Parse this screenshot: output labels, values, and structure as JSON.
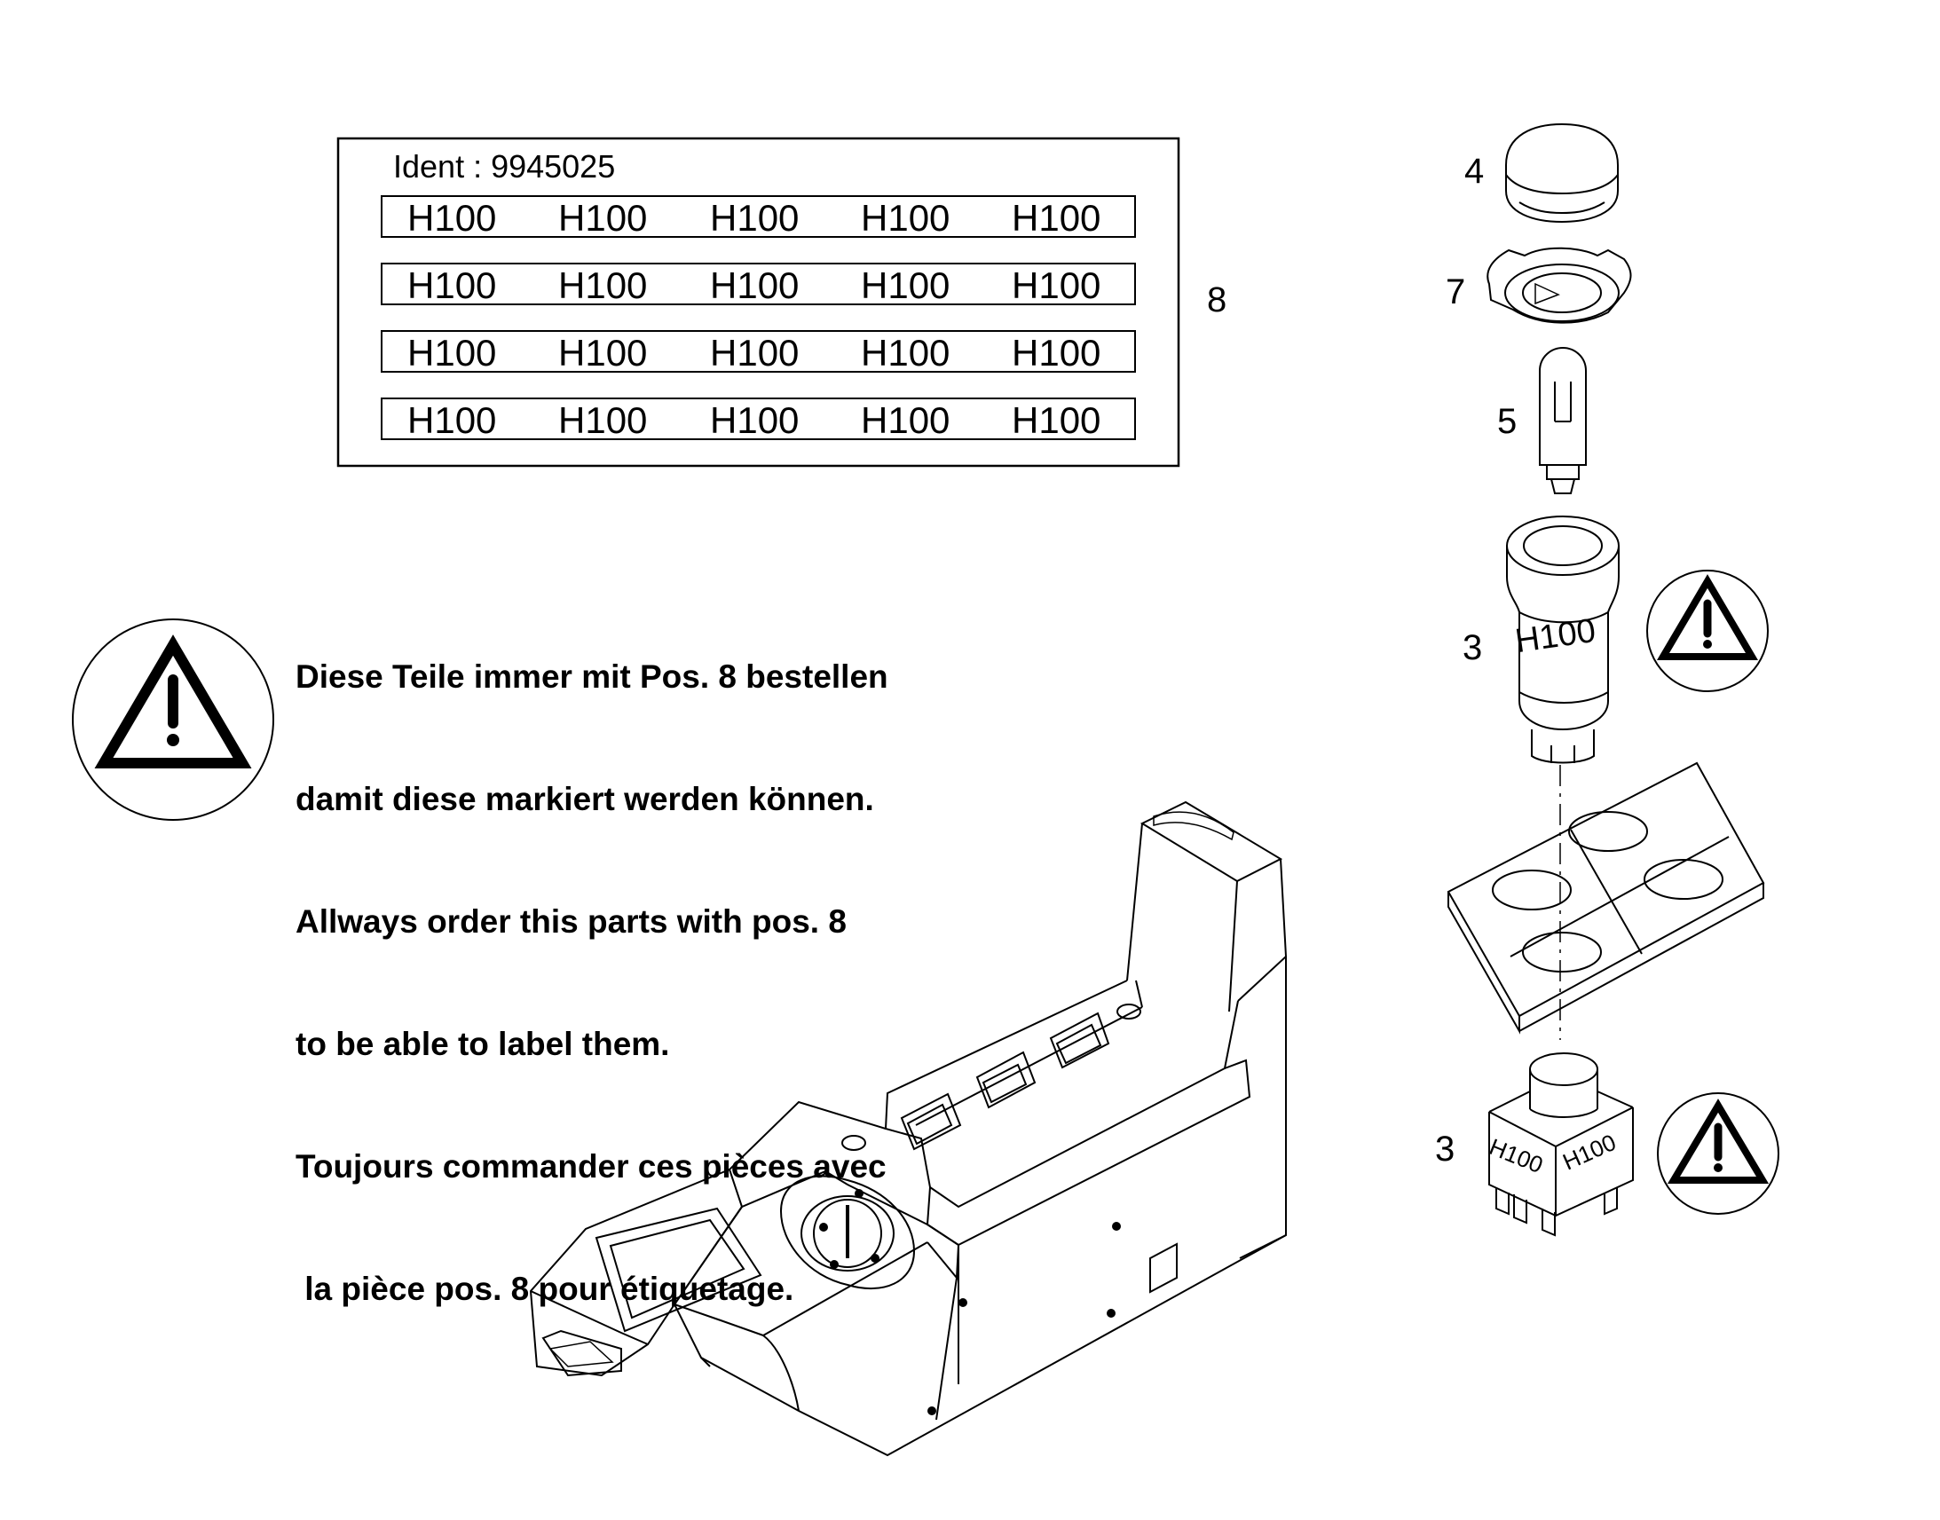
{
  "label_sheet": {
    "ident": "Ident : 9945025",
    "rows": [
      [
        "H100",
        "H100",
        "H100",
        "H100",
        "H100"
      ],
      [
        "H100",
        "H100",
        "H100",
        "H100",
        "H100"
      ],
      [
        "H100",
        "H100",
        "H100",
        "H100",
        "H100"
      ],
      [
        "H100",
        "H100",
        "H100",
        "H100",
        "H100"
      ]
    ],
    "position": "8"
  },
  "notice": {
    "lines": [
      "Diese Teile immer mit Pos. 8 bestellen",
      "damit diese markiert werden können.",
      "Allways order this parts with pos. 8",
      "to be able to label them.",
      "Toujours commander ces pièces avec",
      " la pièce pos. 8 pour étiquetage."
    ],
    "icon": "warning-icon"
  },
  "parts": {
    "cap": "4",
    "ring": "7",
    "bulb": "5",
    "switch_round": "3",
    "switch_round_label": "H100",
    "switch_square": "3",
    "switch_square_label_left": "H100",
    "switch_square_label_right": "H100"
  },
  "colors": {
    "line": "#000000",
    "background": "#ffffff"
  }
}
